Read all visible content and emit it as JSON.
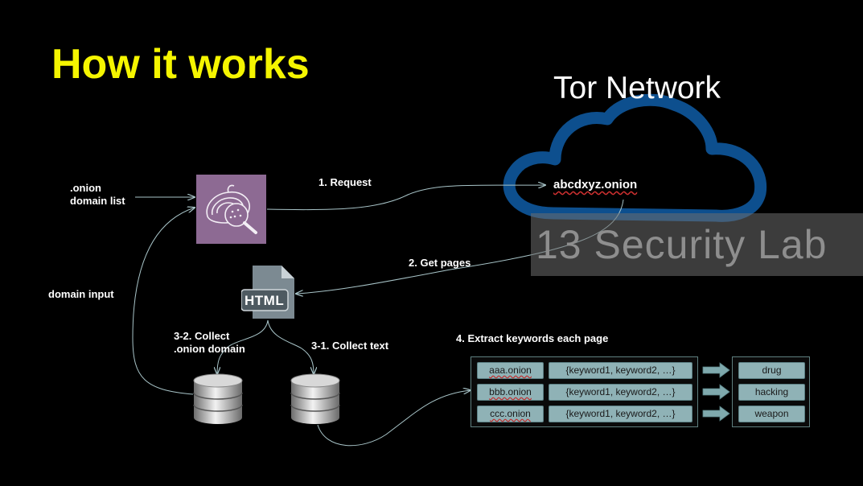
{
  "title": "How it works",
  "tor": {
    "title": "Tor Network",
    "onion_url": "abcdxyz.onion"
  },
  "watermark": "13 Security Lab",
  "labels": {
    "onion_list_line1": ".onion",
    "onion_list_line2": "domain list",
    "request": "1. Request",
    "get_pages": "2. Get pages",
    "domain_input": "domain input",
    "collect_domain_line1": "3-2. Collect",
    "collect_domain_line2": ".onion domain",
    "collect_text": "3-1. Collect text",
    "extract": "4. Extract keywords each page"
  },
  "html_icon_text": "HTML",
  "table": {
    "rows": [
      {
        "domain": "aaa.onion",
        "keywords": "{keyword1, keyword2, …}",
        "category": "drug"
      },
      {
        "domain": "bbb.onion",
        "keywords": "{keyword1, keyword2, …}",
        "category": "hacking"
      },
      {
        "domain": "ccc.onion",
        "keywords": "{keyword1, keyword2, …}",
        "category": "weapon"
      }
    ]
  },
  "colors": {
    "title": "#f5f500",
    "cloud": "#0d4f8e",
    "crawler_bg": "#8d6a93",
    "cell": "#8fb2b6",
    "arrow": "#7fa9ad"
  }
}
